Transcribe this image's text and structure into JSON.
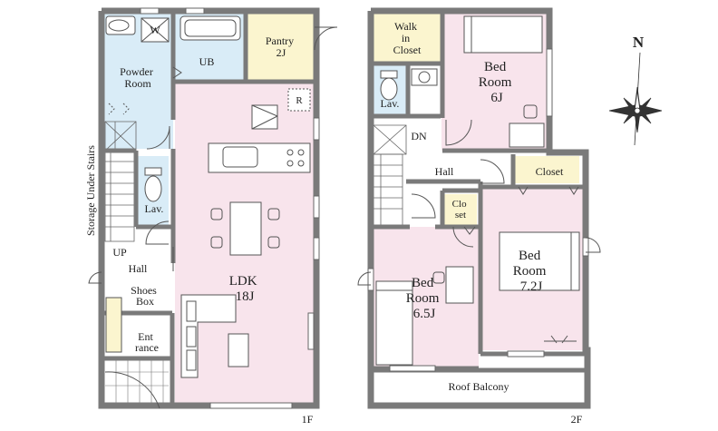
{
  "floors": {
    "first": {
      "label": "1F",
      "rooms": {
        "powder_room": [
          "Powder",
          "Room"
        ],
        "wash": "W",
        "ub": "UB",
        "pantry": [
          "Pantry",
          "2J"
        ],
        "refrigerator": "R",
        "lavatory": "Lav.",
        "up": "UP",
        "hall": "Hall",
        "shoes_box": [
          "Shoes",
          "Box"
        ],
        "entrance": [
          "Ent",
          "rance"
        ],
        "ldk": [
          "LDK",
          "18J"
        ],
        "storage": "Storage Under Stairs"
      }
    },
    "second": {
      "label": "2F",
      "rooms": {
        "walk_in_closet": [
          "Walk",
          "in",
          "Closet"
        ],
        "bed_room_6": [
          "Bed",
          "Room",
          "6J"
        ],
        "lavatory": "Lav.",
        "down": "DN",
        "hall": "Hall",
        "closet": "Closet",
        "closet_small": [
          "Clo",
          "set"
        ],
        "bed_room_72": [
          "Bed",
          "Room",
          "7.2J"
        ],
        "bed_room_65": [
          "Bed",
          "Room",
          "6.5J"
        ],
        "roof_balcony": "Roof Balcony"
      }
    }
  },
  "compass": {
    "north_label": "N"
  },
  "colors": {
    "pink": "#f8e4ec",
    "blue": "#d9ecf7",
    "yellow": "#fbf5cf",
    "wall": "#7a7a7a"
  }
}
